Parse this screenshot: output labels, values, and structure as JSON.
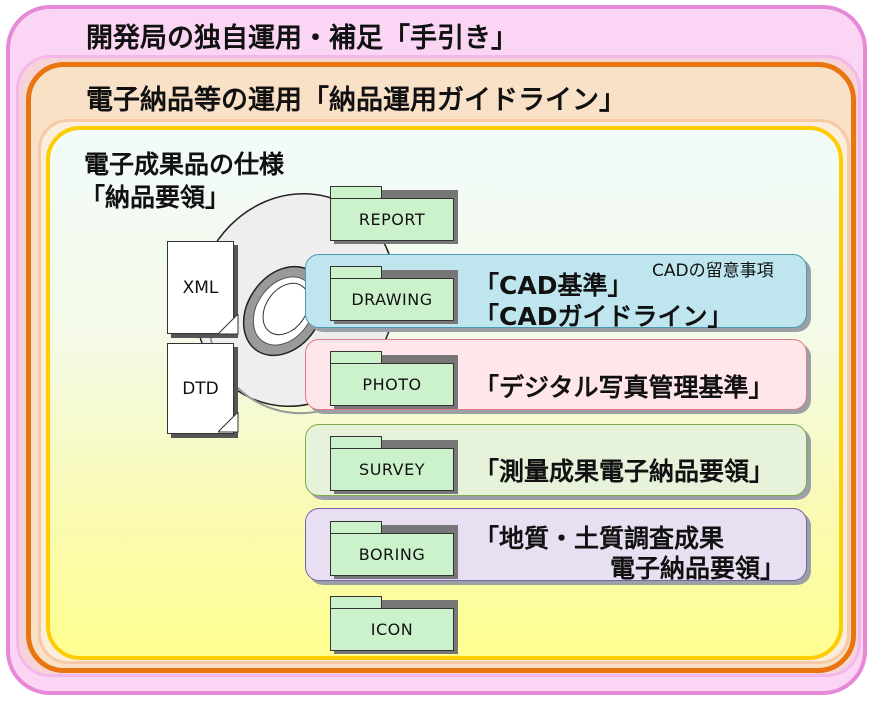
{
  "panels": {
    "outer_title": "開発局の独自運用・補足「手引き」",
    "middle_title": "電子納品等の運用「納品運用ガイドライン」",
    "inner_title_line1": "電子成果品の仕様",
    "inner_title_line2": "「納品要領」"
  },
  "documents": [
    {
      "label": "XML"
    },
    {
      "label": "DTD"
    }
  ],
  "folders": [
    {
      "label": "REPORT"
    },
    {
      "label": "DRAWING"
    },
    {
      "label": "PHOTO"
    },
    {
      "label": "SURVEY"
    },
    {
      "label": "BORING"
    },
    {
      "label": "ICON"
    }
  ],
  "standards": {
    "drawing_note": "CADの留意事項",
    "drawing_line1": "「CAD基準」",
    "drawing_line2": "「CADガイドライン」",
    "photo": "「デジタル写真管理基準」",
    "survey": "「測量成果電子納品要領」",
    "boring_line1": "「地質・土質調査成果",
    "boring_line2": "電子納品要領」"
  },
  "colors": {
    "outer_border": "#e68ad8",
    "middle_border": "#e87510",
    "inner_border": "#ffcc00",
    "folder_fill": "#ccf2cc",
    "drawing_bar": "#bfe6ef",
    "photo_bar": "#ffe6ea",
    "survey_bar": "#e6f2d9",
    "boring_bar": "#e8e0f2"
  }
}
